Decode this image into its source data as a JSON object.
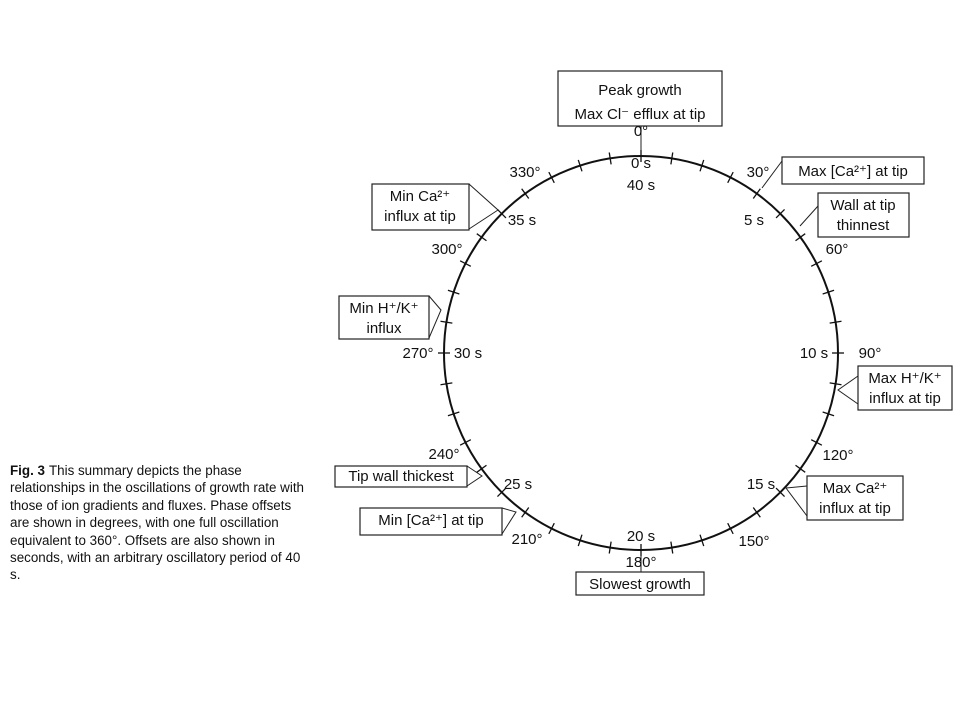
{
  "figure": {
    "label": "Fig. 3",
    "caption": "This summary depicts the phase relationships in the oscillations of growth rate with those of ion gradients and fluxes. Phase offsets are shown in degrees, with one full oscillation equivalent to 360°. Offsets are also shown in seconds, with an arbitrary oscillatory period of 40 s."
  },
  "degree_labels": [
    {
      "angle": 0,
      "text": "0°"
    },
    {
      "angle": 30,
      "text": "30°"
    },
    {
      "angle": 60,
      "text": "60°"
    },
    {
      "angle": 90,
      "text": "90°"
    },
    {
      "angle": 120,
      "text": "120°"
    },
    {
      "angle": 150,
      "text": "150°"
    },
    {
      "angle": 180,
      "text": "180°"
    },
    {
      "angle": 210,
      "text": "210°"
    },
    {
      "angle": 240,
      "text": "240°"
    },
    {
      "angle": 270,
      "text": "270°"
    },
    {
      "angle": 300,
      "text": "300°"
    },
    {
      "angle": 330,
      "text": "330°"
    }
  ],
  "second_labels": [
    {
      "seconds": 0,
      "text": "0 s"
    },
    {
      "seconds": 40,
      "text": "40 s"
    },
    {
      "seconds": 5,
      "text": "5 s"
    },
    {
      "seconds": 10,
      "text": "10 s"
    },
    {
      "seconds": 15,
      "text": "15 s"
    },
    {
      "seconds": 20,
      "text": "20 s"
    },
    {
      "seconds": 25,
      "text": "25 s"
    },
    {
      "seconds": 30,
      "text": "30 s"
    },
    {
      "seconds": 35,
      "text": "35 s"
    }
  ],
  "callouts": [
    {
      "id": "peak-growth",
      "angle": 0,
      "lines": [
        "Peak growth",
        "Max Cl⁻ efflux at tip"
      ]
    },
    {
      "id": "max-ca-at-tip",
      "angle": 30,
      "lines": [
        "Max [Ca²⁺] at tip"
      ]
    },
    {
      "id": "wall-thinnest",
      "angle": 60,
      "lines": [
        "Wall at tip",
        "thinnest"
      ]
    },
    {
      "id": "max-hk-influx",
      "angle": 100,
      "lines": [
        "Max H⁺/K⁺",
        "influx at tip"
      ]
    },
    {
      "id": "max-ca-influx",
      "angle": 135,
      "lines": [
        "Max Ca²⁺",
        "influx at tip"
      ]
    },
    {
      "id": "slowest-growth",
      "angle": 180,
      "lines": [
        "Slowest growth"
      ]
    },
    {
      "id": "min-ca-at-tip",
      "angle": 210,
      "lines": [
        "Min [Ca²⁺] at tip"
      ]
    },
    {
      "id": "tip-wall-thickest",
      "angle": 230,
      "lines": [
        "Tip wall thickest"
      ]
    },
    {
      "id": "min-hk-influx",
      "angle": 290,
      "lines": [
        "Min H⁺/K⁺",
        "influx"
      ]
    },
    {
      "id": "min-ca-influx",
      "angle": 320,
      "lines": [
        "Min Ca²⁺",
        "influx at tip"
      ]
    }
  ]
}
